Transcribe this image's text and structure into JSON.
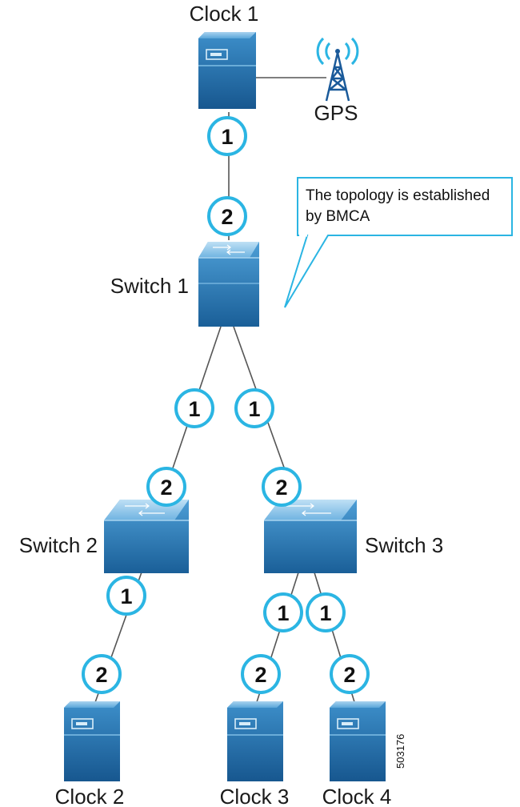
{
  "colors": {
    "device_blue": "#1f6fa8",
    "device_light": "#4a9ad0",
    "badge_ring": "#2bb5e3",
    "gps_icon": "#1a5a9a",
    "callout_border": "#2bb5e3"
  },
  "nodes": {
    "clock1": {
      "label": "Clock 1",
      "icon": "server-icon"
    },
    "gps": {
      "label": "GPS",
      "icon": "gps-antenna-icon"
    },
    "switch1": {
      "label": "Switch 1",
      "icon": "switch-icon"
    },
    "switch2": {
      "label": "Switch 2",
      "icon": "switch-icon"
    },
    "switch3": {
      "label": "Switch 3",
      "icon": "switch-icon"
    },
    "clock2": {
      "label": "Clock 2",
      "icon": "server-icon"
    },
    "clock3": {
      "label": "Clock 3",
      "icon": "server-icon"
    },
    "clock4": {
      "label": "Clock 4",
      "icon": "server-icon"
    }
  },
  "ports": {
    "clock1_to_switch1": "1",
    "switch1_from_clock1": "2",
    "switch1_to_switch2": "1",
    "switch1_to_switch3": "1",
    "switch2_from_switch1": "2",
    "switch3_from_switch1": "2",
    "switch2_to_clock2": "1",
    "switch3_to_clock3": "1",
    "switch3_to_clock4": "1",
    "clock2_from_switch2": "2",
    "clock3_from_switch3": "2",
    "clock4_from_switch3": "2"
  },
  "callout": {
    "line1": "The topology is established",
    "line2": "by BMCA"
  },
  "figure_id": "503176"
}
